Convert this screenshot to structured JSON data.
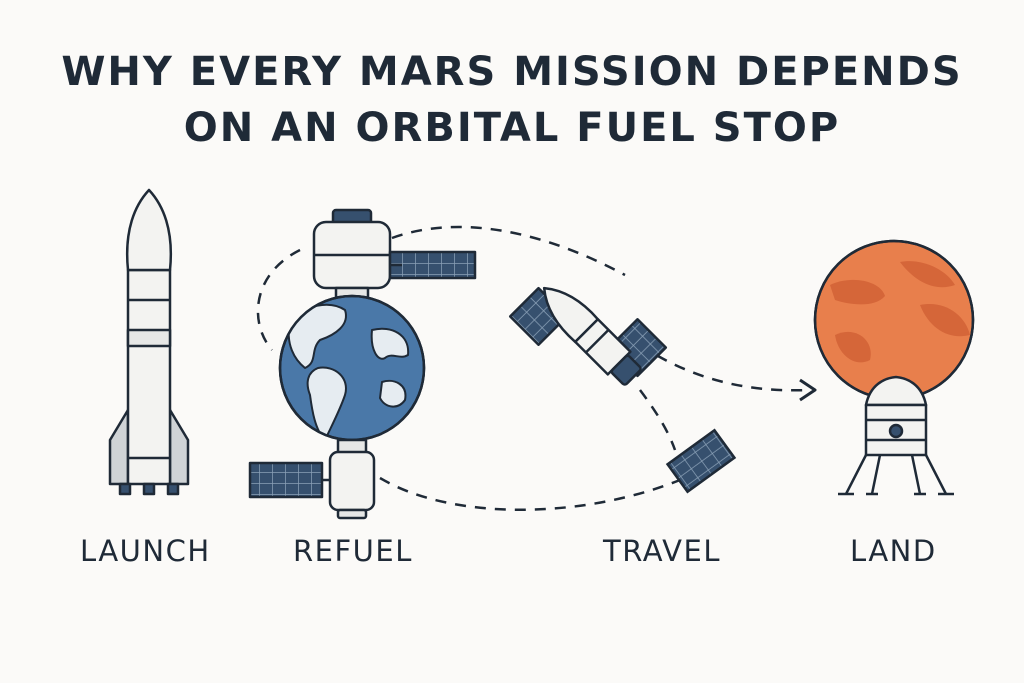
{
  "title": {
    "line1": "WHY EVERY MARS MISSION DEPENDS",
    "line2": "ON AN ORBITAL FUEL STOP"
  },
  "stages": [
    {
      "label": "LAUNCH",
      "icon": "rocket-icon"
    },
    {
      "label": "REFUEL",
      "icon": "earth-fuel-station-icon"
    },
    {
      "label": "TRAVEL",
      "icon": "spacecraft-icon"
    },
    {
      "label": "LAND",
      "icon": "mars-lander-icon"
    }
  ],
  "colors": {
    "outline": "#1f2a37",
    "panel": "#36506e",
    "ocean": "#4a78a8",
    "land": "#e6ecf1",
    "mars": "#e87f4c",
    "mars_dark": "#d56639",
    "hull": "#f3f3f1",
    "hull_shade": "#cfd3d6"
  }
}
